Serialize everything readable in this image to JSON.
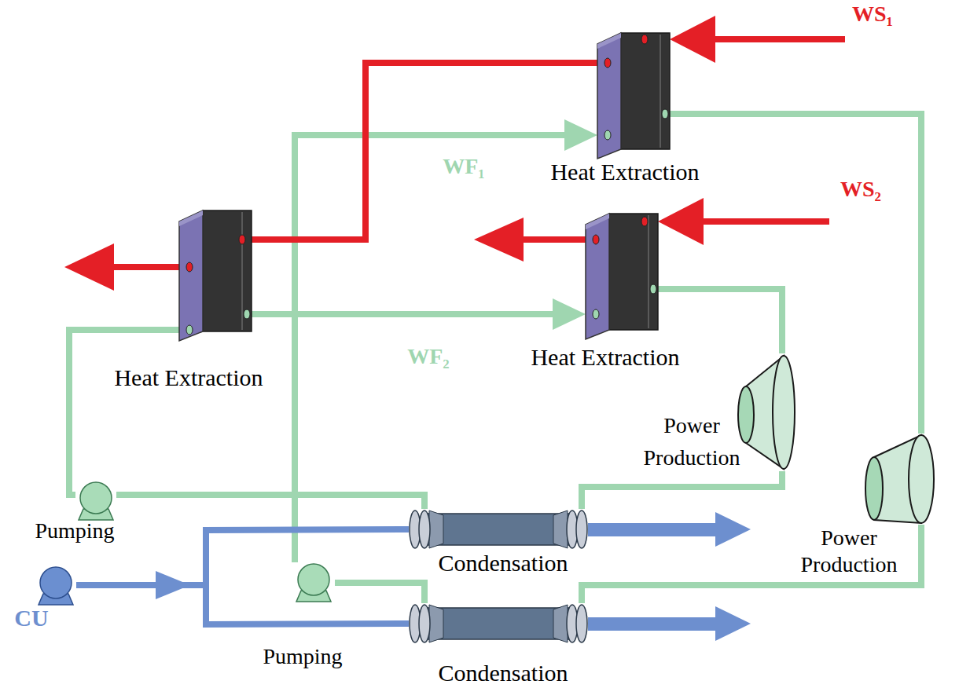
{
  "diagram": {
    "nodes": [
      {
        "text": [
          "Heat Extraction"
        ]
      },
      {
        "text": [
          "Heat Extraction"
        ]
      },
      {
        "text": [
          "Heat Extraction"
        ]
      },
      {
        "text": [
          "Power Production"
        ]
      },
      {
        "text": [
          "Power Production"
        ]
      },
      {
        "text": [
          "Pumping"
        ]
      },
      {
        "text": [
          "CU"
        ]
      },
      {
        "text": [
          "Pumping"
        ]
      },
      {
        "text": [
          "Condensation"
        ]
      },
      {
        "text": [
          "Condensation"
        ]
      }
    ],
    "edges": [
      {
        "from": 7,
        "to": 0,
        "arrow": "to",
        "label": "WF₁"
      },
      {
        "from": 0,
        "to": 4,
        "arrow": "none"
      },
      {
        "from": 4,
        "to": 9,
        "arrow": "none"
      },
      {
        "from": 9,
        "to": 7,
        "arrow": "none"
      },
      {
        "from": 5,
        "to": 2,
        "arrow": "none"
      },
      {
        "from": 2,
        "to": 1,
        "arrow": "to",
        "label": "WF₂"
      },
      {
        "from": 1,
        "to": 3,
        "arrow": "none"
      },
      {
        "from": 3,
        "to": 8,
        "arrow": "none"
      },
      {
        "from": 8,
        "to": 5,
        "arrow": "none"
      },
      {
        "from": 0,
        "to": 2,
        "arrow": "none"
      },
      {
        "from": 6,
        "to": 8,
        "arrow": "none"
      },
      {
        "from": 6,
        "to": 9,
        "arrow": "none"
      }
    ],
    "labels": [
      "WS₁",
      "WS₂"
    ]
  }
}
